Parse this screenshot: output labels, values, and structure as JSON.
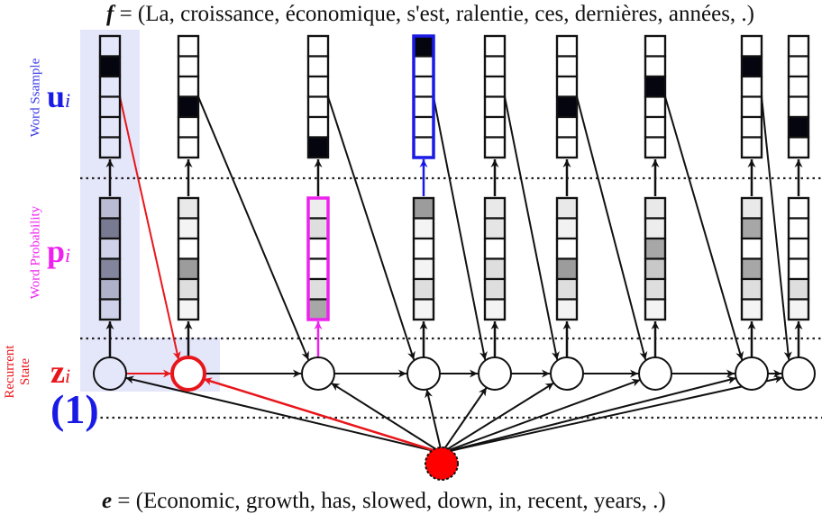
{
  "f_label": "f",
  "f_sentence": "= (La, croissance, économique, s'est, ralentie, ces, dernières, années, .)",
  "e_label": "e",
  "e_sentence": "= (Economic, growth, has, slowed, down, in, recent, years, .)",
  "rows": {
    "u": {
      "symbol": "u",
      "sub": "i",
      "side_label": "Word Ssample",
      "color": "#1a1ae6"
    },
    "p": {
      "symbol": "p",
      "sub": "i",
      "side_label": "Word Probability",
      "color": "#ee22ee"
    },
    "z": {
      "symbol": "z",
      "sub": "i",
      "side_label_1": "Recurrent",
      "side_label_2": "State",
      "color": "#e8161b"
    }
  },
  "step_marker": "(1)",
  "colors": {
    "highlight_bg": "#e4e6fa",
    "red": "#e8161b",
    "blue": "#1a1ae6",
    "magenta": "#ee22ee"
  },
  "columns": [
    {
      "sample_index": 1,
      "probs": [
        0.25,
        0.55,
        0.15,
        0.5,
        0.3,
        0.15
      ]
    },
    {
      "sample_index": 3,
      "probs": [
        0.1,
        0.05,
        0,
        0.45,
        0.15,
        0.05
      ]
    },
    {
      "sample_index": 5,
      "probs": [
        0.08,
        0.15,
        0,
        0,
        0.15,
        0.4
      ]
    },
    {
      "sample_index": 0,
      "probs": [
        0.45,
        0.05,
        0,
        0.05,
        0.15,
        0.05
      ]
    },
    {
      "sample_index": -1,
      "probs": [
        0.1,
        0.12,
        0,
        0.15,
        0.15,
        0.05
      ]
    },
    {
      "sample_index": 3,
      "probs": [
        0.1,
        0.06,
        0,
        0.45,
        0.15,
        0.05
      ]
    },
    {
      "sample_index": 2,
      "probs": [
        0.1,
        0.08,
        0.4,
        0.25,
        0.15,
        0.05
      ]
    },
    {
      "sample_index": 1,
      "probs": [
        0.1,
        0.4,
        0,
        0.4,
        0.15,
        0.05
      ]
    },
    {
      "sample_index": 4,
      "probs": [
        0,
        0,
        0,
        0,
        0.15,
        0.05
      ]
    }
  ]
}
